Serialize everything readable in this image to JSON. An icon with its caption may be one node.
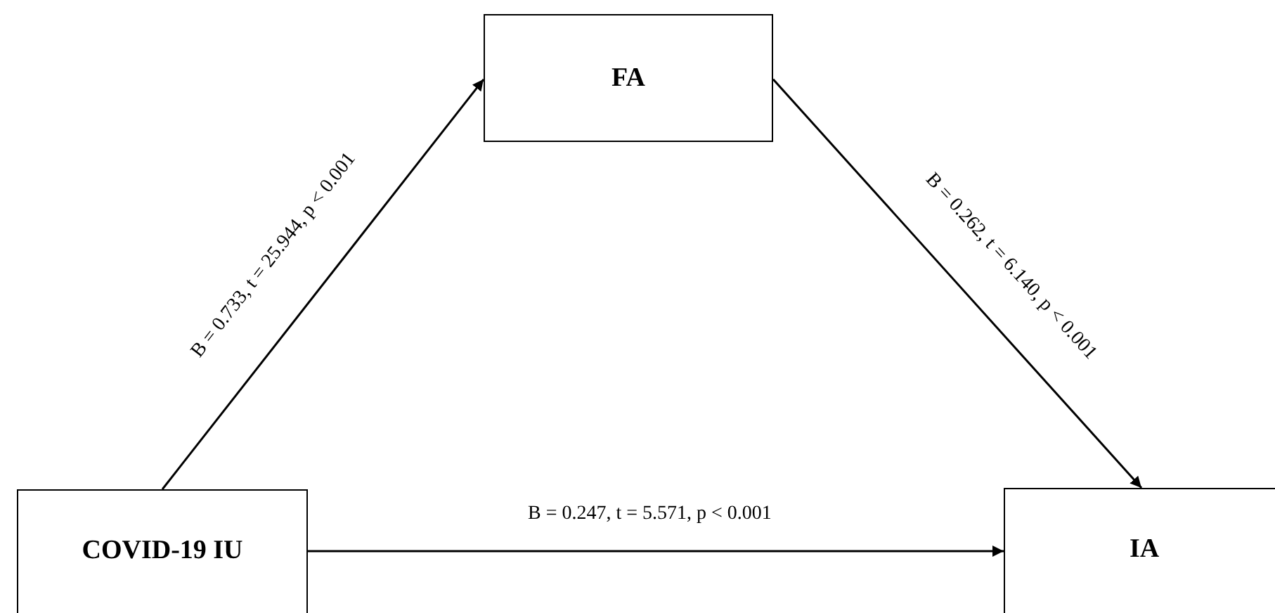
{
  "diagram": {
    "nodes": [
      {
        "text": [
          "FA"
        ]
      },
      {
        "text": [
          "COVID-19 IU"
        ]
      },
      {
        "text": [
          "IA"
        ]
      }
    ],
    "edges": [
      {
        "from": 1,
        "to": 0,
        "arrow": "to",
        "label": "B = 0.733, t = 25.944, p < 0.001"
      },
      {
        "from": 0,
        "to": 2,
        "arrow": "to",
        "label": "B = 0.262, t = 6.140, p < 0.001"
      },
      {
        "from": 1,
        "to": 2,
        "arrow": "to",
        "label": "B = 0.247, t = 5.571, p < 0.001"
      }
    ]
  }
}
